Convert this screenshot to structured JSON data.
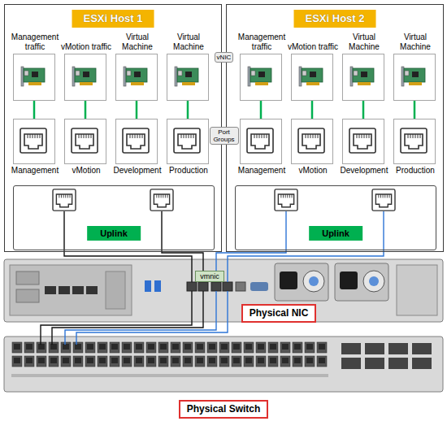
{
  "diagram": {
    "nodes": [
      {
        "text": [
          "ESXi Host 1"
        ]
      },
      {
        "text": [
          "Management traffic"
        ],
        "in": 0
      },
      {
        "text": [
          "vMotion traffic"
        ],
        "in": 0
      },
      {
        "text": [
          "Virtual Machine"
        ],
        "in": 0
      },
      {
        "text": [
          "Virtual Machine"
        ],
        "in": 0
      },
      {
        "text": [
          "Management"
        ],
        "in": 0
      },
      {
        "text": [
          "vMotion"
        ],
        "in": 0
      },
      {
        "text": [
          "Development"
        ],
        "in": 0
      },
      {
        "text": [
          "Production"
        ],
        "in": 0
      },
      {
        "text": [
          "Uplink"
        ],
        "in": 0
      },
      {
        "text": [
          "ESXi Host 2"
        ]
      },
      {
        "text": [
          "Management traffic"
        ],
        "in": 10
      },
      {
        "text": [
          "vMotion traffic"
        ],
        "in": 10
      },
      {
        "text": [
          "Virtual Machine"
        ],
        "in": 10
      },
      {
        "text": [
          "Virtual Machine"
        ],
        "in": 10
      },
      {
        "text": [
          "Management"
        ],
        "in": 10
      },
      {
        "text": [
          "vMotion"
        ],
        "in": 10
      },
      {
        "text": [
          "Development"
        ],
        "in": 10
      },
      {
        "text": [
          "Production"
        ],
        "in": 10
      },
      {
        "text": [
          "Uplink"
        ],
        "in": 10
      },
      {
        "text": [
          "vNIC"
        ]
      },
      {
        "text": [
          "Port Groups"
        ]
      },
      {
        "text": [
          "vmnic"
        ]
      },
      {
        "text": [
          "Physical NIC"
        ]
      },
      {
        "text": [
          "Physical Switch"
        ]
      }
    ],
    "edges": [
      {
        "from": 1,
        "to": 5,
        "arrow": "none"
      },
      {
        "from": 2,
        "to": 6,
        "arrow": "none"
      },
      {
        "from": 3,
        "to": 7,
        "arrow": "none"
      },
      {
        "from": 4,
        "to": 8,
        "arrow": "none"
      },
      {
        "from": 11,
        "to": 15,
        "arrow": "none"
      },
      {
        "from": 12,
        "to": 16,
        "arrow": "none"
      },
      {
        "from": 13,
        "to": 17,
        "arrow": "none"
      },
      {
        "from": 14,
        "to": 18,
        "arrow": "none"
      }
    ]
  }
}
